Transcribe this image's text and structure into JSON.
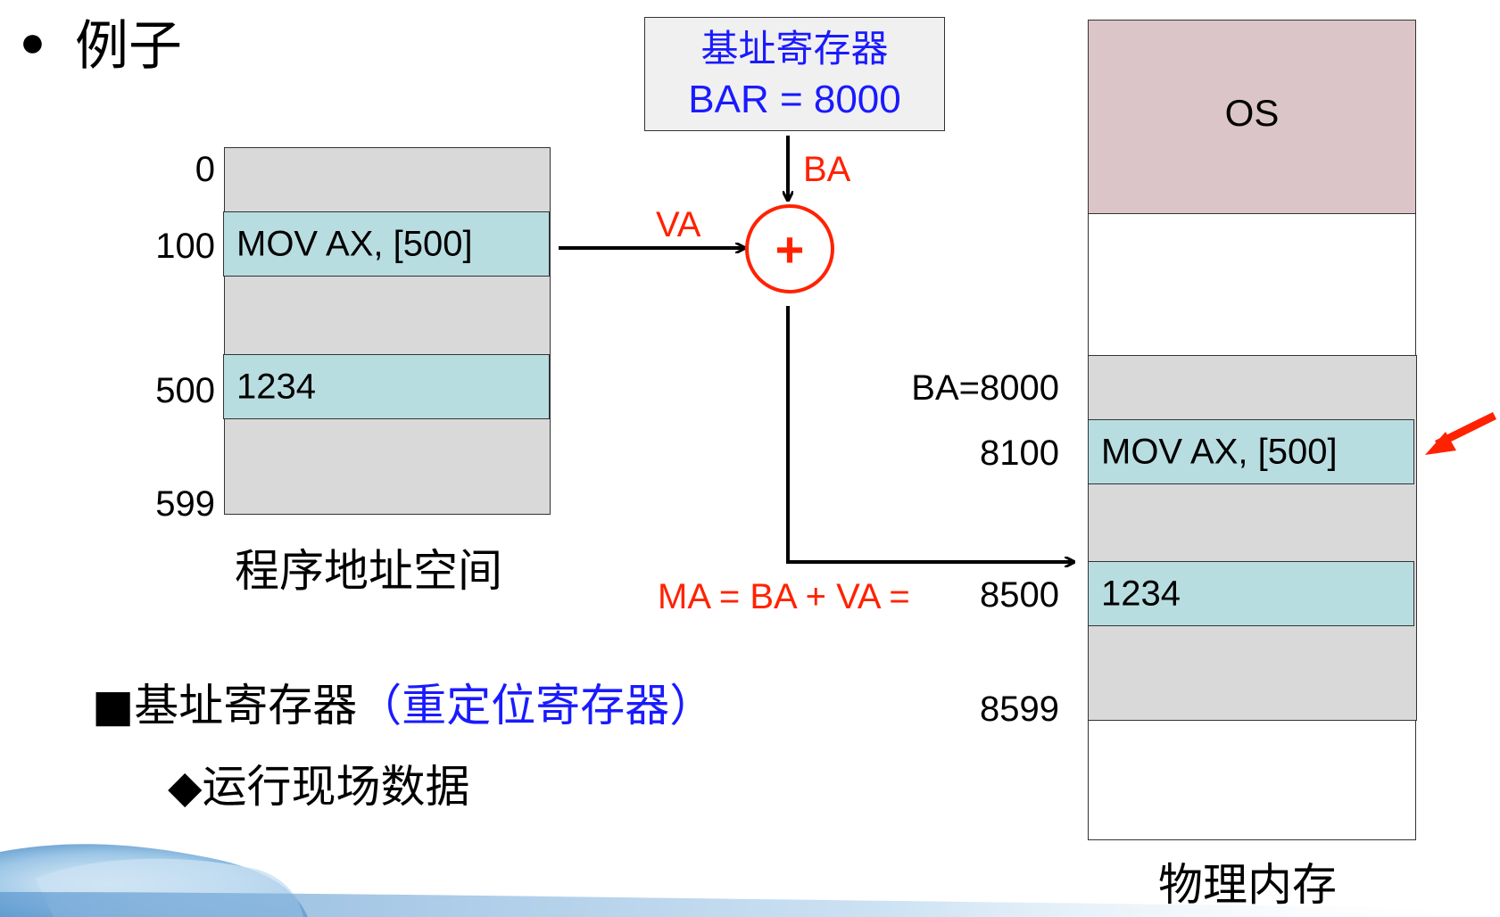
{
  "title": {
    "bullet": "●",
    "text": "例子"
  },
  "program_space": {
    "label": "程序地址空间",
    "addresses": [
      "0",
      "100",
      "500",
      "599"
    ],
    "instruction": "MOV AX, [500]",
    "data_value": "1234"
  },
  "register": {
    "title": "基址寄存器",
    "value": "BAR = 8000"
  },
  "adder": {
    "symbol": "+",
    "va_label": "VA",
    "ba_label": "BA"
  },
  "ma_formula": "MA = BA + VA =",
  "physical_memory": {
    "label": "物理内存",
    "os_label": "OS",
    "addresses": [
      "BA=8000",
      "8100",
      "8500",
      "8599"
    ],
    "instruction": "MOV AX, [500]",
    "data_value": "1234"
  },
  "bullets": {
    "main_marker": "■",
    "main_text": "基址寄存器",
    "main_paren": "（重定位寄存器）",
    "sub_marker": "◆",
    "sub_text": "运行现场数据"
  },
  "colors": {
    "blue": "#1a1aff",
    "red": "#ff2200",
    "gray": "#d9d9d9",
    "teal": "#b8dde1",
    "os_pink": "#dcc5c8",
    "register_bg": "#f0f0f0"
  }
}
